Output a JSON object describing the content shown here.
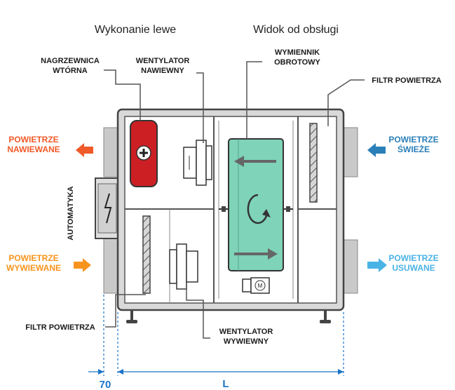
{
  "headers": {
    "left": "Wykonanie lewe",
    "right": "Widok od obsługi"
  },
  "components": {
    "reheater": [
      "NAGRZEWNICA",
      "WTÓRNA"
    ],
    "supply_fan": [
      "WENTYLATOR",
      "NAWIEWNY"
    ],
    "rotary_exchanger": [
      "WYMIENNIK",
      "OBROTOWY"
    ],
    "air_filter_top": "FILTR POWIETRZA",
    "air_filter_bottom": "FILTR POWIETRZA",
    "exhaust_fan": [
      "WENTYLATOR",
      "WYWIEWNY"
    ],
    "automation": "AUTOMATYKA"
  },
  "airflows": {
    "supply": {
      "lines": [
        "POWIETRZE",
        "NAWIEWANE"
      ],
      "color": "#f05a28"
    },
    "extract": {
      "lines": [
        "POWIETRZE",
        "WYWIEWANE"
      ],
      "color": "#f7941d"
    },
    "fresh": {
      "lines": [
        "POWIETRZE",
        "ŚWIEŻE"
      ],
      "color": "#2a7fb8"
    },
    "exhaust": {
      "lines": [
        "POWIETRZE",
        "USUWANE"
      ],
      "color": "#4ab3e6"
    }
  },
  "dimensions": {
    "offset": "70",
    "length": "L"
  },
  "colors": {
    "dimension": "#1a73c8",
    "heater": "#cc1f24",
    "exchanger": "#7ed3b8",
    "casing": "#d9d9d9"
  },
  "icons": {
    "heater": "plus-icon",
    "automation": "lightning-icon",
    "motor": "motor-m-icon",
    "rotation": "rotation-arrow-icon"
  },
  "motor_symbol": "M"
}
